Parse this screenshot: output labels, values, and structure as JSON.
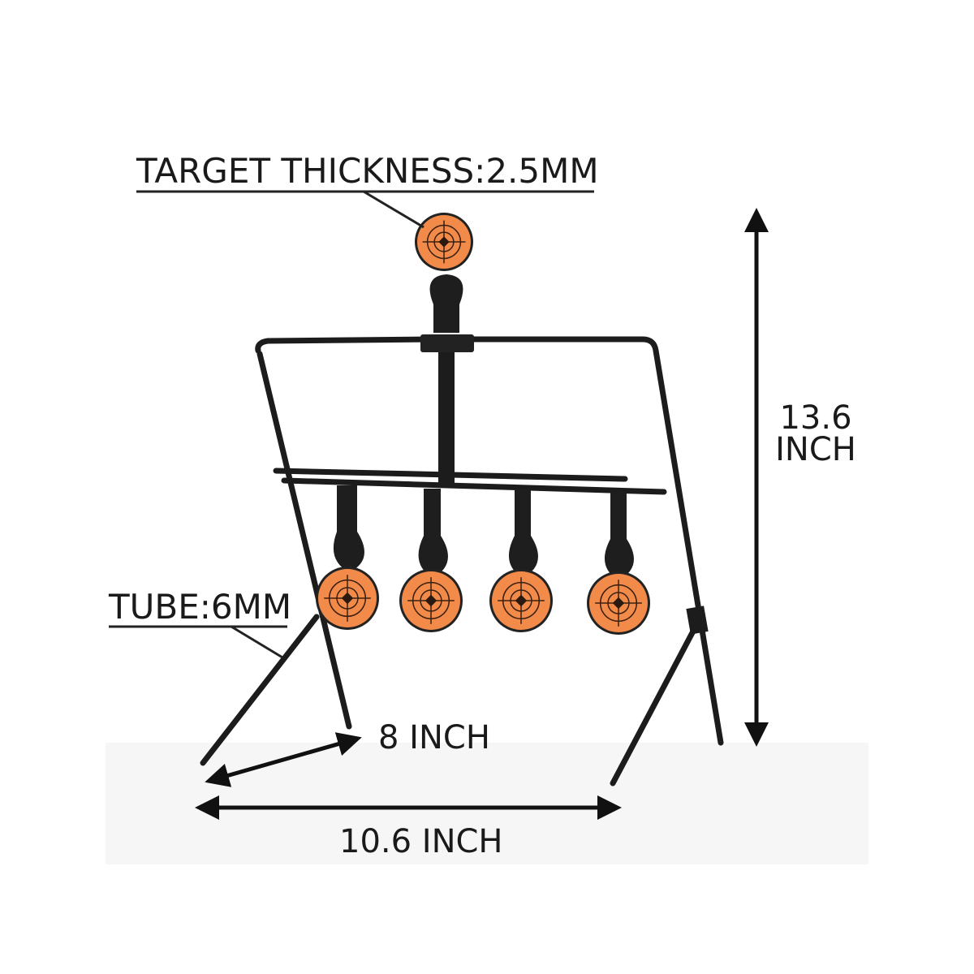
{
  "labels": {
    "target_thickness": "TARGET THICKNESS:2.5MM",
    "tube": "TUBE:6MM",
    "depth": "8 INCH",
    "width": "10.6 INCH",
    "height_value": "13.6",
    "height_unit": "INCH"
  },
  "targets": [
    {
      "name": "top-target"
    },
    {
      "name": "target-1"
    },
    {
      "name": "target-2"
    },
    {
      "name": "target-3"
    },
    {
      "name": "target-4"
    }
  ],
  "colors": {
    "target_face": "#f28a4a",
    "target_edge": "#222222",
    "frame": "#1c1c1c",
    "text": "#1a1a1a"
  }
}
